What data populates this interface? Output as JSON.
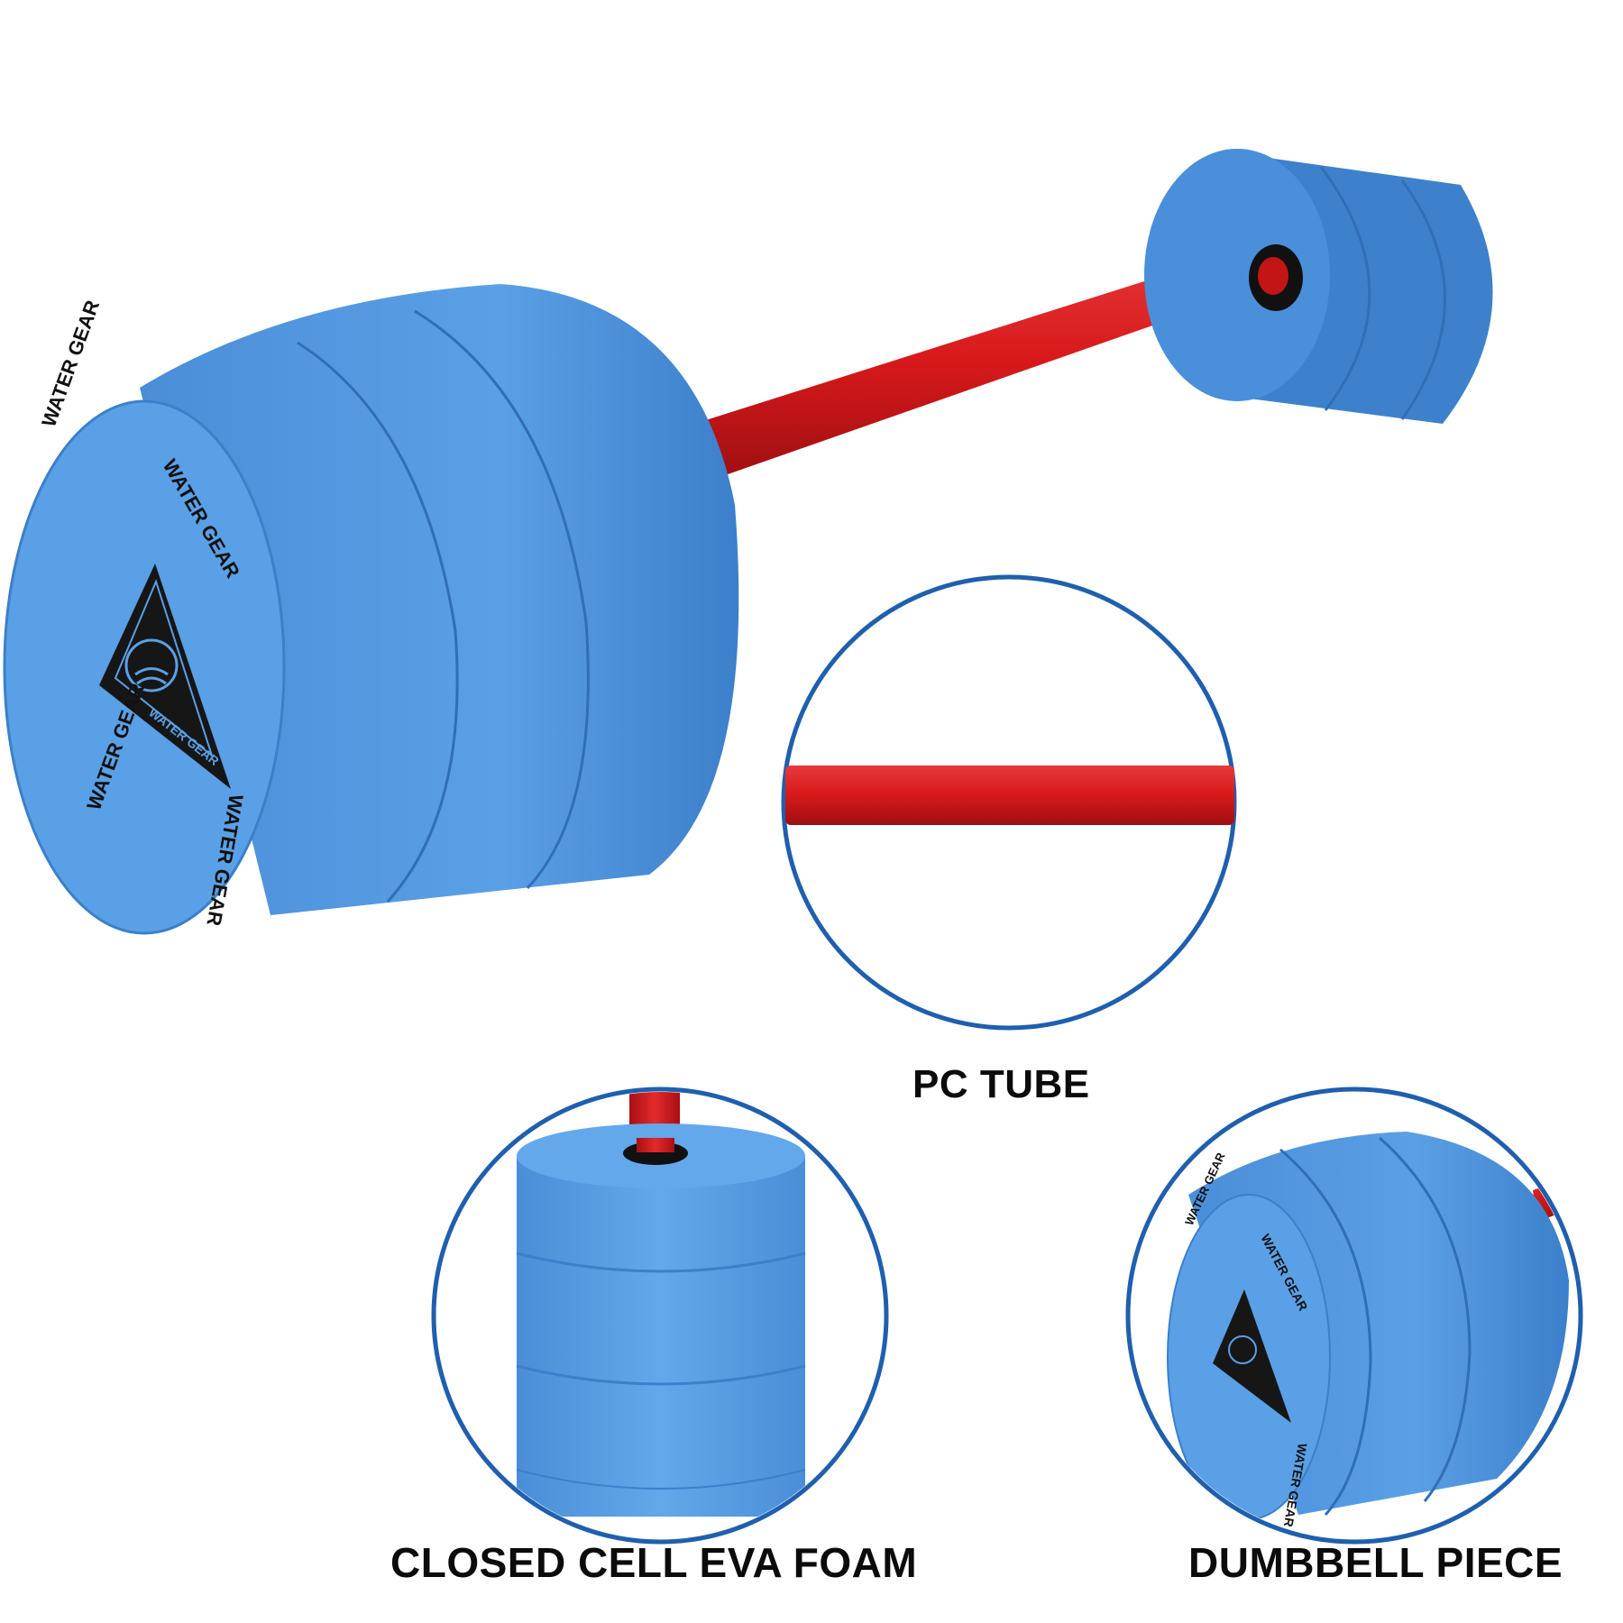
{
  "brand": {
    "text": "WATER GEAR",
    "registered_mark": "®"
  },
  "labels": {
    "pc_tube": "PC TUBE",
    "eva_foam": "CLOSED CELL EVA FOAM",
    "dumbbell_piece": "DUMBBELL PIECE"
  },
  "colors": {
    "foam_blue": "#5a9fe3",
    "foam_dark": "#3c7fca",
    "tube_red": "#d7191b",
    "circle_outline": "#1f5fae",
    "label_text": "#0b0b0b"
  }
}
